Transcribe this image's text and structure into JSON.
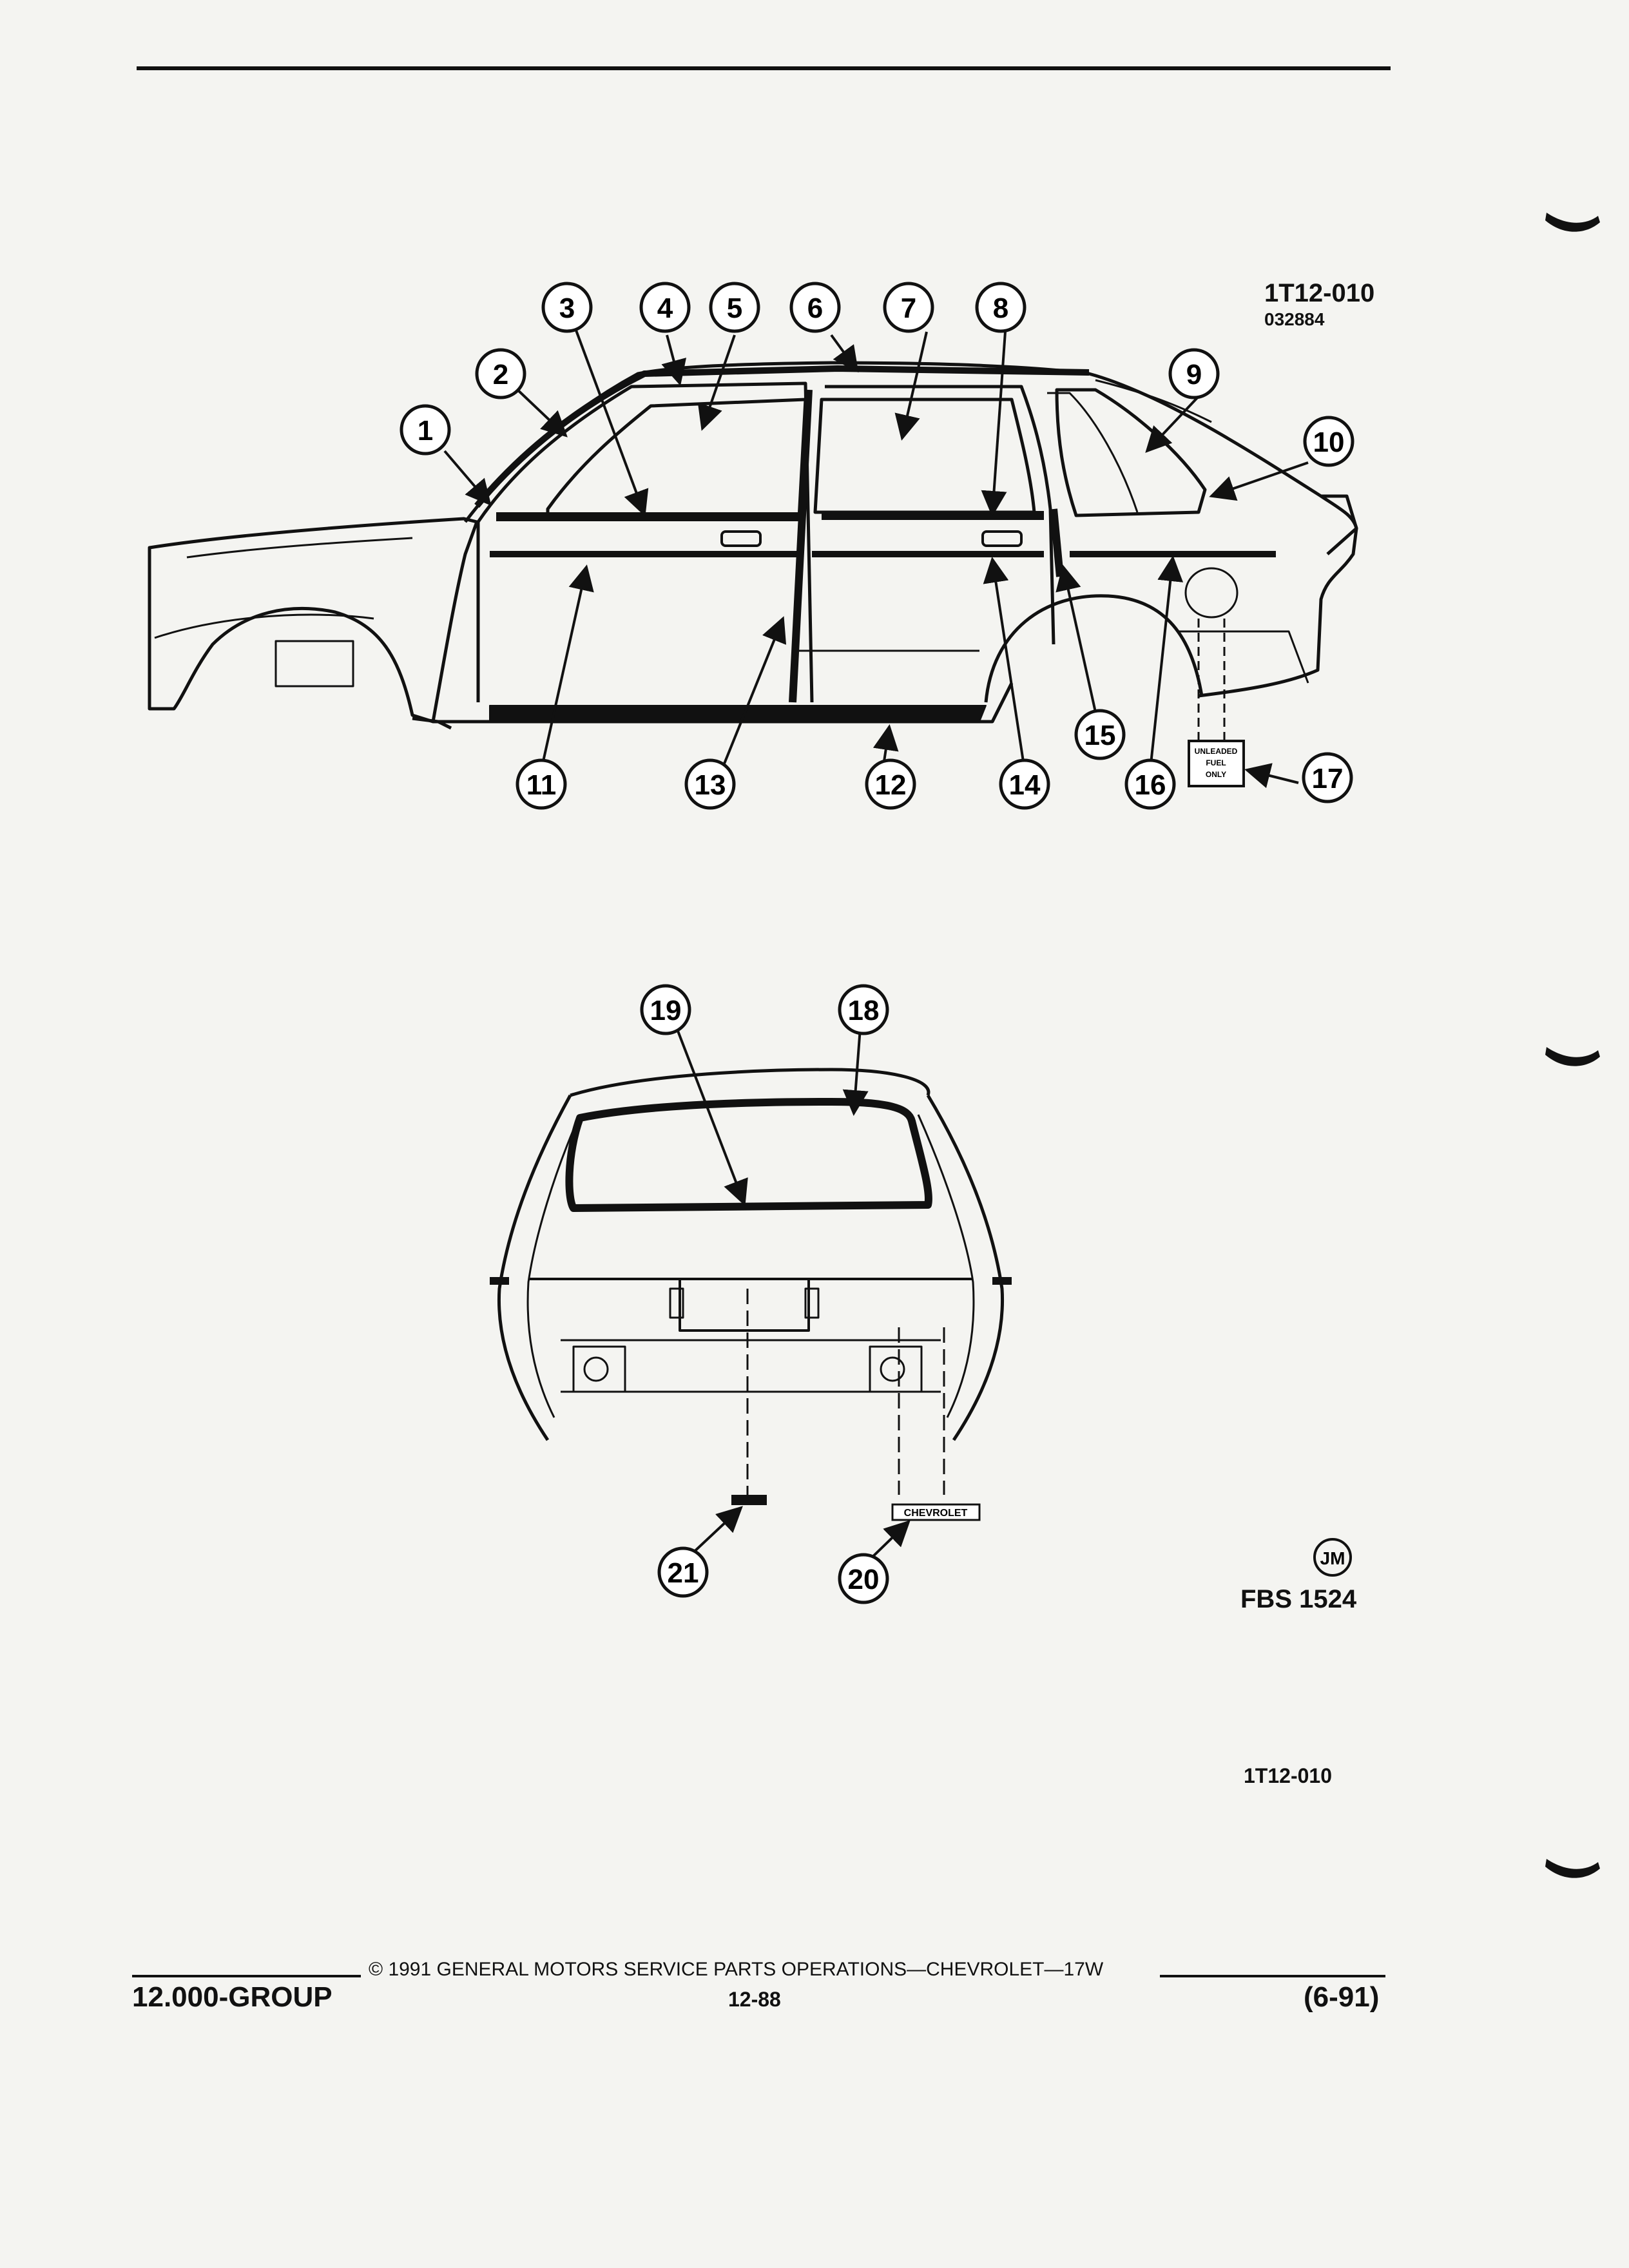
{
  "header": {
    "figure_id": "1T12-010",
    "figure_code": "032884"
  },
  "side_view": {
    "callouts": [
      {
        "num": "1"
      },
      {
        "num": "2"
      },
      {
        "num": "3"
      },
      {
        "num": "4"
      },
      {
        "num": "5"
      },
      {
        "num": "6"
      },
      {
        "num": "7"
      },
      {
        "num": "8"
      },
      {
        "num": "9"
      },
      {
        "num": "10"
      },
      {
        "num": "11"
      },
      {
        "num": "12"
      },
      {
        "num": "13"
      },
      {
        "num": "14"
      },
      {
        "num": "15"
      },
      {
        "num": "16"
      },
      {
        "num": "17"
      }
    ],
    "fuel_label": {
      "line1": "UNLEADED",
      "line2": "FUEL",
      "line3": "ONLY"
    }
  },
  "rear_view": {
    "callouts": [
      {
        "num": "18"
      },
      {
        "num": "19"
      },
      {
        "num": "20"
      },
      {
        "num": "21"
      }
    ],
    "emblem_text": "CHEVROLET"
  },
  "stamp": {
    "initials": "JM",
    "code": "FBS 1524"
  },
  "figure_ref_bottom": "1T12-010",
  "footer": {
    "copyright": "© 1991 GENERAL MOTORS SERVICE PARTS OPERATIONS—CHEVROLET—17W",
    "group": "12.000-GROUP",
    "page": "12-88",
    "date": "(6-91)"
  }
}
